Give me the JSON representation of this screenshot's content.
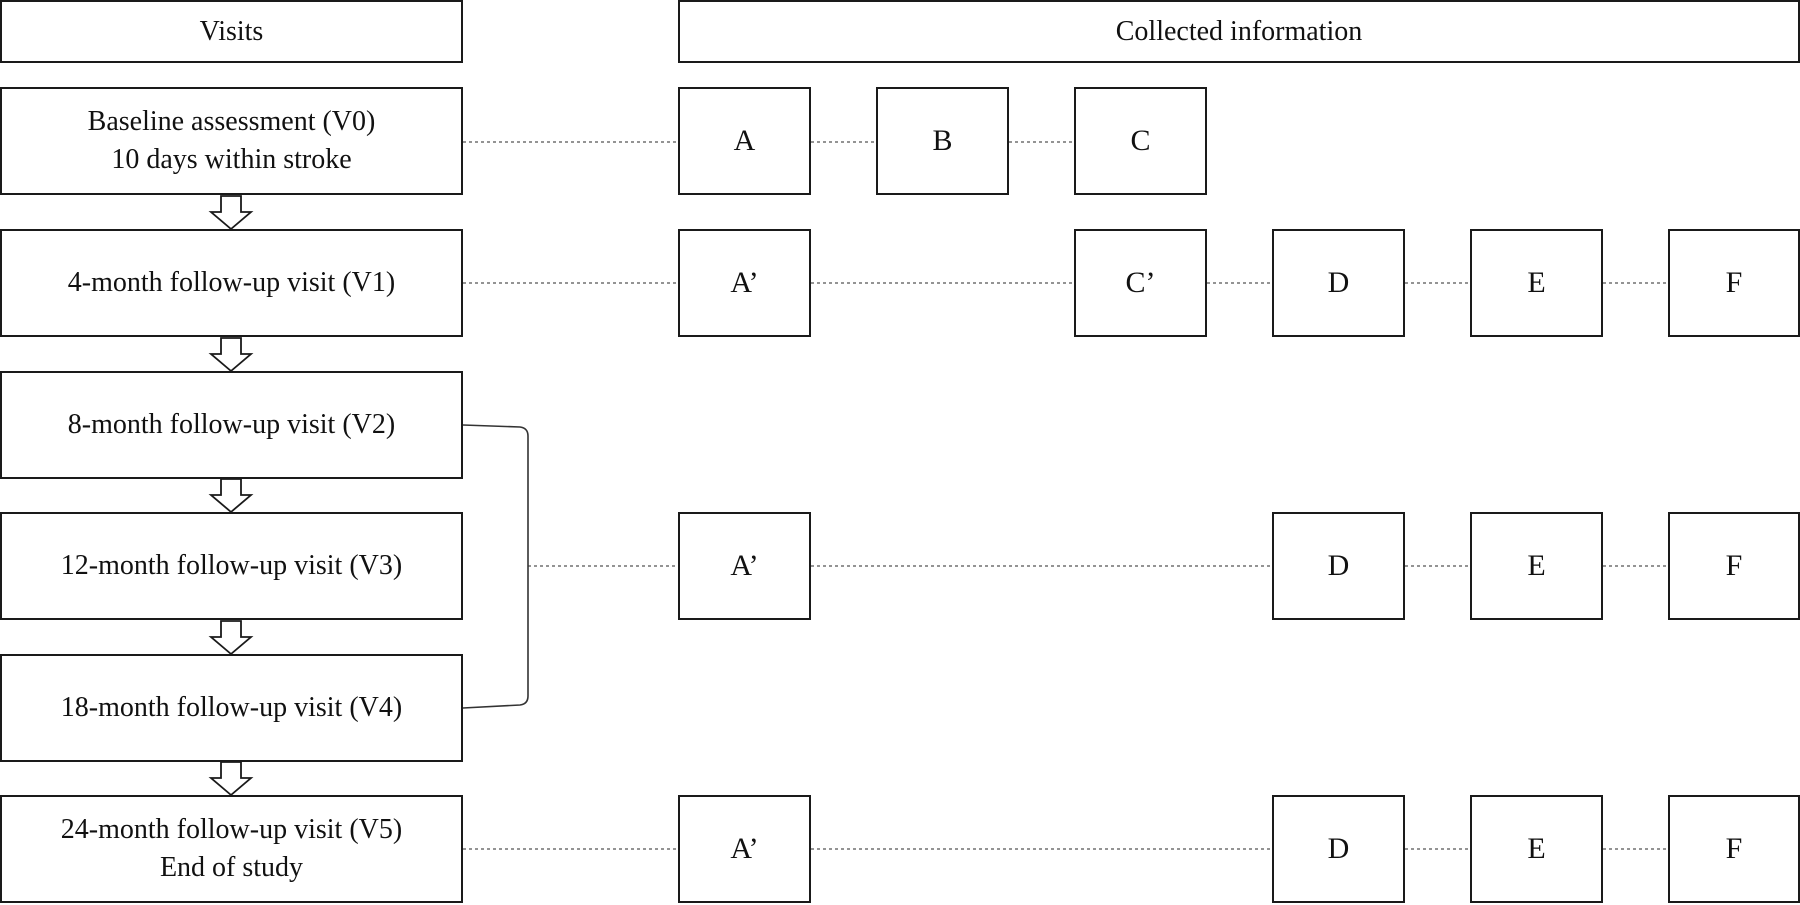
{
  "headers": {
    "visits": "Visits",
    "collected": "Collected information"
  },
  "visits": [
    {
      "line1": "Baseline assessment (V0)",
      "line2": "10 days within stroke"
    },
    {
      "line1": "4-month follow-up visit (V1)",
      "line2": ""
    },
    {
      "line1": "8-month follow-up visit (V2)",
      "line2": ""
    },
    {
      "line1": "12-month follow-up visit (V3)",
      "line2": ""
    },
    {
      "line1": "18-month follow-up visit (V4)",
      "line2": ""
    },
    {
      "line1": "24-month follow-up visit (V5)",
      "line2": "End of study"
    }
  ],
  "collected_rows": [
    {
      "items": [
        "A",
        "B",
        "C"
      ]
    },
    {
      "items": [
        "A’",
        "C’",
        "D",
        "E",
        "F"
      ]
    },
    {
      "items": [
        "A’",
        "D",
        "E",
        "F"
      ]
    },
    {
      "items": [
        "A’",
        "D",
        "E",
        "F"
      ]
    }
  ]
}
